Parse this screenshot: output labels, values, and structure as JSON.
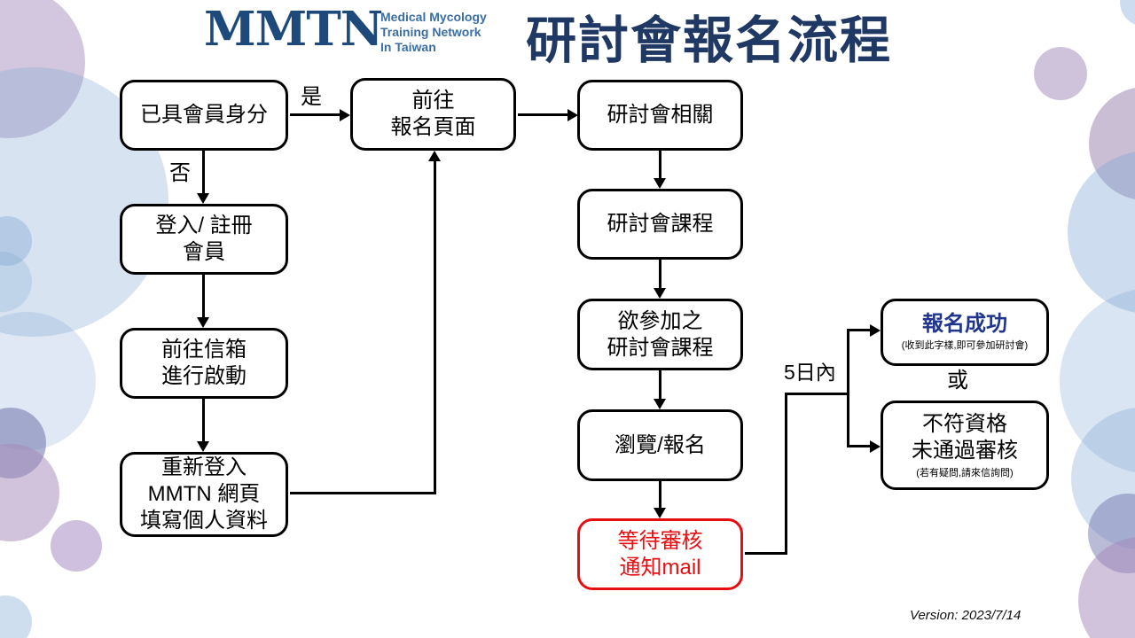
{
  "header": {
    "logo": "MMTN",
    "logo_subtitle": [
      "Medical Mycology",
      "Training Network",
      "In Taiwan"
    ],
    "title": "研討會報名流程"
  },
  "flow": {
    "member_check": {
      "lines": [
        "已具會員身分"
      ]
    },
    "login_register": {
      "lines": [
        "登入/ 註冊",
        "會員"
      ]
    },
    "goto_mailbox": {
      "lines": [
        "前往信箱",
        "進行啟動"
      ]
    },
    "relogin": {
      "lines": [
        "重新登入",
        "MMTN 網頁",
        "填寫個人資料"
      ]
    },
    "goto_registration": {
      "lines": [
        "前往",
        "報名頁面"
      ]
    },
    "seminar_related": {
      "lines": [
        "研討會相關"
      ]
    },
    "seminar_courses": {
      "lines": [
        "研討會課程"
      ]
    },
    "desired_course": {
      "lines": [
        "欲參加之",
        "研討會課程"
      ]
    },
    "browse_register": {
      "lines": [
        "瀏覽/報名"
      ]
    },
    "wait_review": {
      "lines": [
        "等待審核",
        "通知mail"
      ]
    },
    "success": {
      "title": "報名成功",
      "note": "(收到此字樣,即可參加研討會)"
    },
    "rejected": {
      "lines": [
        "不符資格",
        "未通過審核"
      ],
      "note": "(若有疑問,請來信詢問)"
    }
  },
  "edge_labels": {
    "yes": "是",
    "no": "否",
    "within_days": "5日內",
    "or": "或"
  },
  "footer": {
    "version": "Version: 2023/7/14"
  },
  "colors": {
    "title_navy": "#1f3864",
    "logo_navy": "#1d4a7a",
    "logo_blue": "#3b6ea5",
    "alert_red": "#e50f12",
    "success_navy": "#20358c",
    "connector_black": "#000000"
  }
}
